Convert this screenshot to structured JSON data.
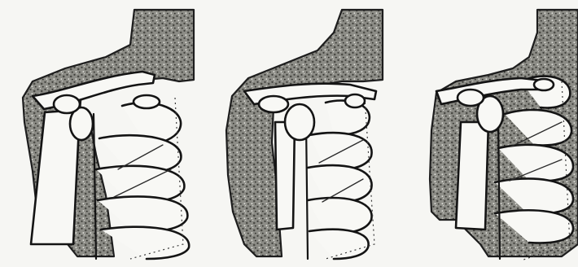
{
  "figure": {
    "panels": [
      {
        "variant": "arm-lowered"
      },
      {
        "variant": "arm-neutral"
      },
      {
        "variant": "arm-retracted"
      }
    ]
  }
}
